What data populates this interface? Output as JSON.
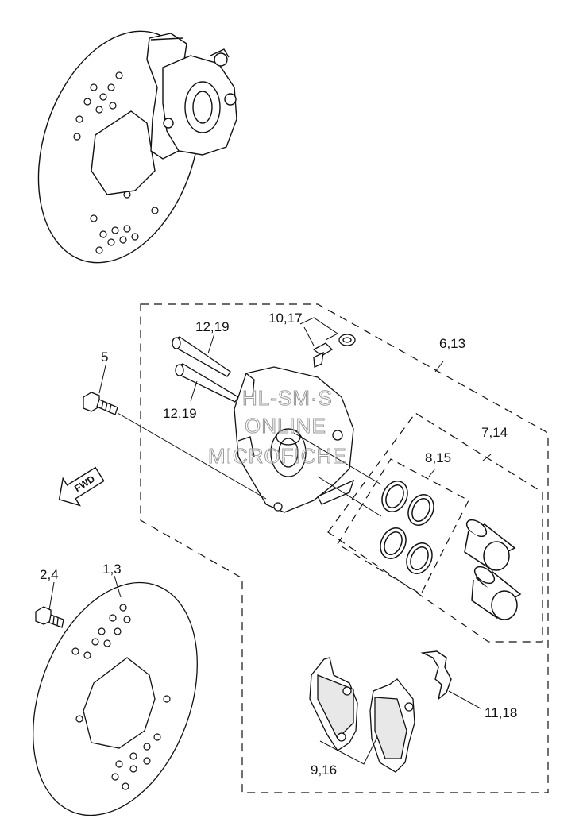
{
  "labels": {
    "p5": "5",
    "p10_17": "10,17",
    "p6_13": "6,13",
    "p12_19_top": "12,19",
    "p12_19_bottom": "12,19",
    "p7_14": "7,14",
    "p8_15": "8,15",
    "p2_4": "2,4",
    "p1_3": "1,3",
    "p11_18": "11,18",
    "p9_16": "9,16"
  },
  "fwd": "FWD",
  "watermark": [
    "HL-SM·S",
    "ONLINE",
    "MICROFICHE"
  ]
}
